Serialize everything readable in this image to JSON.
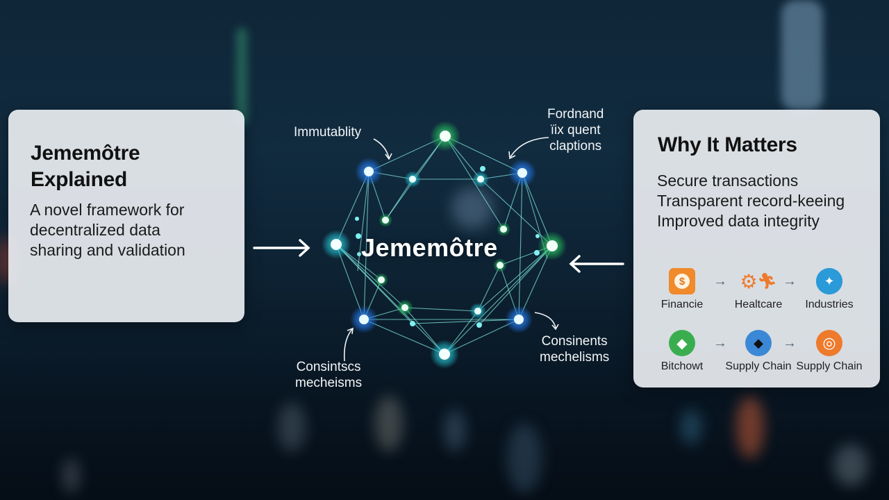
{
  "left_card": {
    "title_line1": "Jememôtre",
    "title_line2": "Explained",
    "body": [
      "A novel framework for",
      "decentralized data",
      "sharing and validation"
    ]
  },
  "diagram": {
    "center_label": "Jememôtre",
    "annotations": {
      "top_left": "Immutablity",
      "top_right": [
        "Fordnand",
        "ïix quent",
        "claptions"
      ],
      "bottom_left": [
        "Consintscs",
        "mecheisms"
      ],
      "bottom_right": [
        "Consinents",
        "mechelisms"
      ]
    },
    "arrows": {
      "left_in": "→",
      "right_in": "←"
    },
    "colors": {
      "node_blue": "#2f7fe0",
      "node_cyan": "#2fd0d8",
      "node_green": "#34c070",
      "edge": "#6fe0d8"
    }
  },
  "right_card": {
    "title": "Why It Matters",
    "benefits": [
      "Secure transactions",
      "Transparent record-keeing",
      "Improved data integrity"
    ],
    "flow_row_1": [
      {
        "label": "Financie",
        "icon": "money-bag-icon",
        "glyph": "$",
        "color": "#f08a2a"
      },
      {
        "label": "Healtcare",
        "icon": "gear-person-icon",
        "glyph": "⚙",
        "color": "#ef7a2b"
      },
      {
        "label": "Industries",
        "icon": "gear-rocket-icon",
        "glyph": "✦",
        "color": "#2a9ad8"
      }
    ],
    "flow_row_2": [
      {
        "label": "Bitchowt",
        "icon": "diamond-coin-icon",
        "glyph": "◆",
        "color": "#3aae4f"
      },
      {
        "label": "Supply Chain",
        "icon": "ethereum-icon",
        "glyph": "◆",
        "color": "#3b88d6"
      },
      {
        "label": "Supply Chain",
        "icon": "ring-coin-icon",
        "glyph": "◎",
        "color": "#ee7a2c"
      }
    ],
    "flow_arrow": "→"
  }
}
